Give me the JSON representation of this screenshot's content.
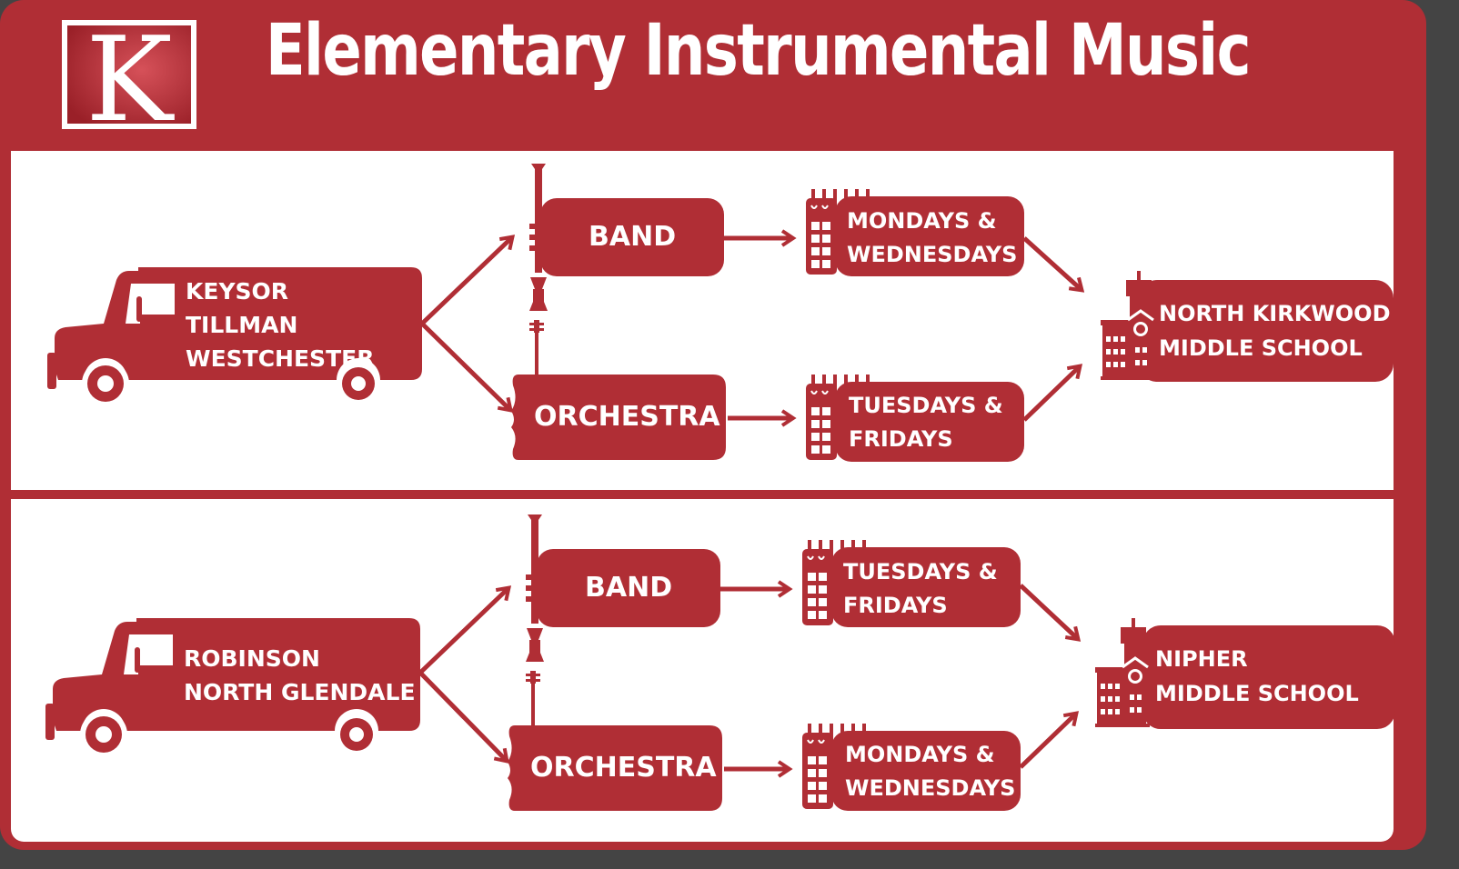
{
  "title": "Elementary Instrumental Music",
  "logo_letter": "K",
  "colors": {
    "brand_red": "#b02e35",
    "background": "#ffffff"
  },
  "groups": [
    {
      "elementary_schools": [
        "KEYSOR",
        "TILLMAN",
        "WESTCHESTER"
      ],
      "band": {
        "label": "BAND",
        "days": [
          "MONDAYS &",
          "WEDNESDAYS"
        ]
      },
      "orchestra": {
        "label": "ORCHESTRA",
        "days": [
          "TUESDAYS &",
          "FRIDAYS"
        ]
      },
      "middle_school": [
        "NORTH KIRKWOOD",
        "MIDDLE SCHOOL"
      ]
    },
    {
      "elementary_schools": [
        "ROBINSON",
        "NORTH GLENDALE"
      ],
      "band": {
        "label": "BAND",
        "days": [
          "TUESDAYS &",
          "FRIDAYS"
        ]
      },
      "orchestra": {
        "label": "ORCHESTRA",
        "days": [
          "MONDAYS &",
          "WEDNESDAYS"
        ]
      },
      "middle_school": [
        "NIPHER",
        "MIDDLE SCHOOL"
      ]
    }
  ],
  "icons": [
    "bus-icon",
    "trumpet-icon",
    "violin-icon",
    "calendar-icon",
    "school-building-icon",
    "arrow-icon"
  ]
}
